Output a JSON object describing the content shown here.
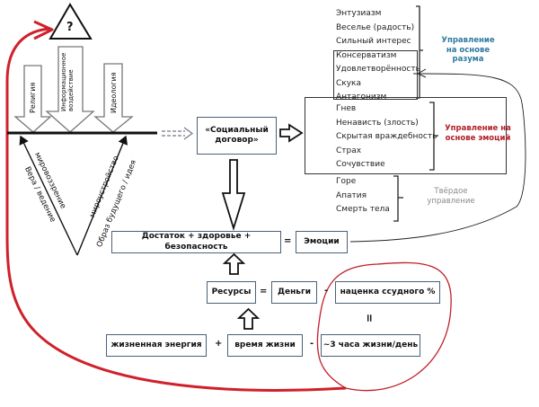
{
  "top_symbol": {
    "label": "?",
    "icon": "question-triangle"
  },
  "influences": [
    {
      "label": "Религия"
    },
    {
      "label": "Информационное воздействие"
    },
    {
      "label": "Идеология"
    }
  ],
  "v_diagram": {
    "left_outer": "Вера / ведение",
    "left_inner": "мировоззрение",
    "right_inner": "мироустройство",
    "right_outer": "Образ будущего / идея"
  },
  "social_contract": {
    "label": "«Социальный договор»"
  },
  "emotions": {
    "reason_group": [
      "Энтузиазм",
      "Веселье (радость)",
      "Сильный интерес",
      "Консерватизм",
      "Удовлетворённость",
      "Скука",
      "Антагонизм"
    ],
    "emotion_group": [
      "Гнев",
      "Ненависть (злость)",
      "Скрытая враждебность",
      "Страх",
      "Сочувствие"
    ],
    "hard_group": [
      "Горе",
      "Апатия",
      "Смерть тела"
    ],
    "labels": {
      "reason": "Управление на основе разума",
      "emotion": "Управление на основе эмоций",
      "hard": "Твёрдое управление"
    },
    "colors": {
      "reason": "#2e7a9e",
      "emotion": "#b0202a",
      "hard": "#8a8a8a"
    }
  },
  "equation1": {
    "left": "Достаток + здоровье + безопасность",
    "op": "=",
    "right": "Эмоции"
  },
  "equation2": {
    "left": "Ресурсы",
    "op1": "=",
    "mid": "Деньги",
    "op2": "-",
    "right": "наценка ссудного %"
  },
  "equals_vertical": "=",
  "equation3": {
    "left": "жизненная энергия",
    "op1": "+",
    "mid": "время жизни",
    "op2": "-",
    "right": "~3 часа жизни/день"
  },
  "accent_color": "#d0202a"
}
